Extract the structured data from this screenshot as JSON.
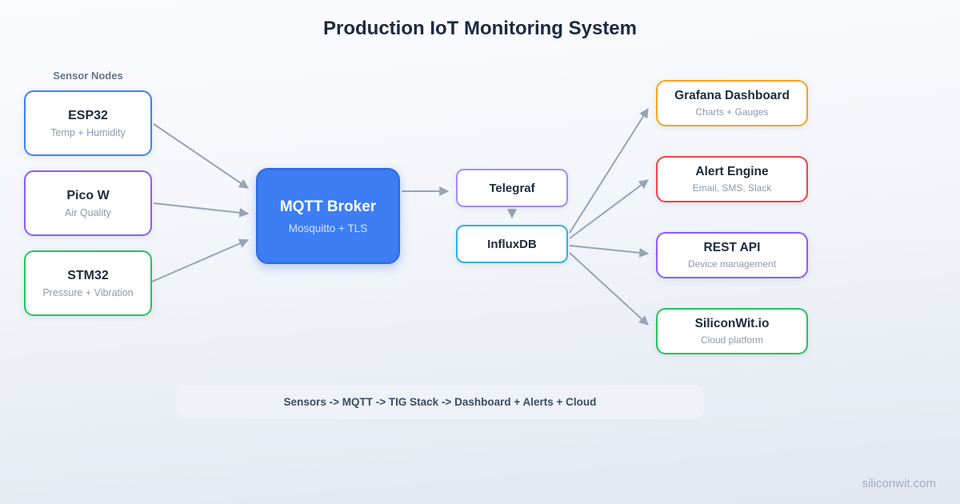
{
  "title": "Production IoT Monitoring System",
  "sensor_group_label": "Sensor Nodes",
  "nodes": {
    "esp32": {
      "title": "ESP32",
      "subtitle": "Temp + Humidity",
      "border": "#3b82f6"
    },
    "picow": {
      "title": "Pico W",
      "subtitle": "Air Quality",
      "border": "#8b5cf6"
    },
    "stm32": {
      "title": "STM32",
      "subtitle": "Pressure + Vibration",
      "border": "#22c55e"
    },
    "mqtt": {
      "title": "MQTT Broker",
      "subtitle": "Mosquitto + TLS",
      "border": "#2d68e0",
      "fill": "#3d7ef5"
    },
    "telegraf": {
      "title": "Telegraf",
      "border": "#a78bfa"
    },
    "influxdb": {
      "title": "InfluxDB",
      "border": "#2ab4e8"
    },
    "grafana": {
      "title": "Grafana Dashboard",
      "subtitle": "Charts + Gauges",
      "border": "#f5a522"
    },
    "alert": {
      "title": "Alert Engine",
      "subtitle": "Email, SMS, Slack",
      "border": "#ef4444"
    },
    "restapi": {
      "title": "REST API",
      "subtitle": "Device management",
      "border": "#8b5cf6"
    },
    "siliconwit": {
      "title": "SiliconWit.io",
      "subtitle": "Cloud platform",
      "border": "#22c55e"
    }
  },
  "flow_summary": "Sensors -> MQTT -> TIG Stack -> Dashboard + Alerts + Cloud",
  "footer": "siliconwit.com",
  "colors": {
    "arrow": "#98a3b3",
    "background_top": "#fbfcfe",
    "background_bottom": "#e2e7f0",
    "title_text": "#1d2940"
  }
}
